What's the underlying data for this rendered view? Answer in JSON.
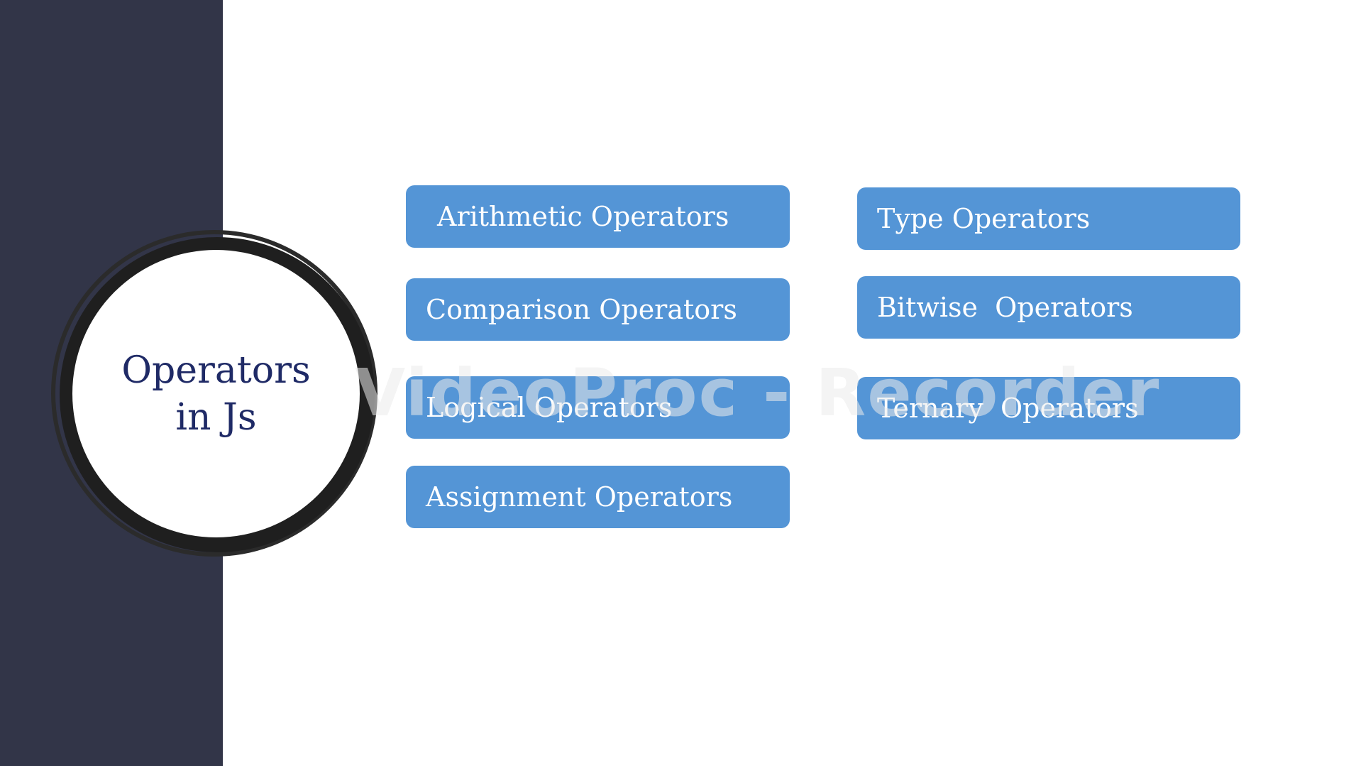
{
  "title": {
    "line1": "Operators",
    "line2": "in Js"
  },
  "operators": [
    {
      "label": "Arithmetic Operators"
    },
    {
      "label": "Comparison Operators"
    },
    {
      "label": "Logical Operators"
    },
    {
      "label": "Assignment Operators"
    },
    {
      "label": "Type Operators"
    },
    {
      "label": "Bitwise  Operators"
    },
    {
      "label": "Ternary  Operators"
    }
  ],
  "watermark": "VideoProc - Recorder",
  "colors": {
    "sidebar": "#323548",
    "box": "#5495d6",
    "title": "#1f2a66"
  }
}
